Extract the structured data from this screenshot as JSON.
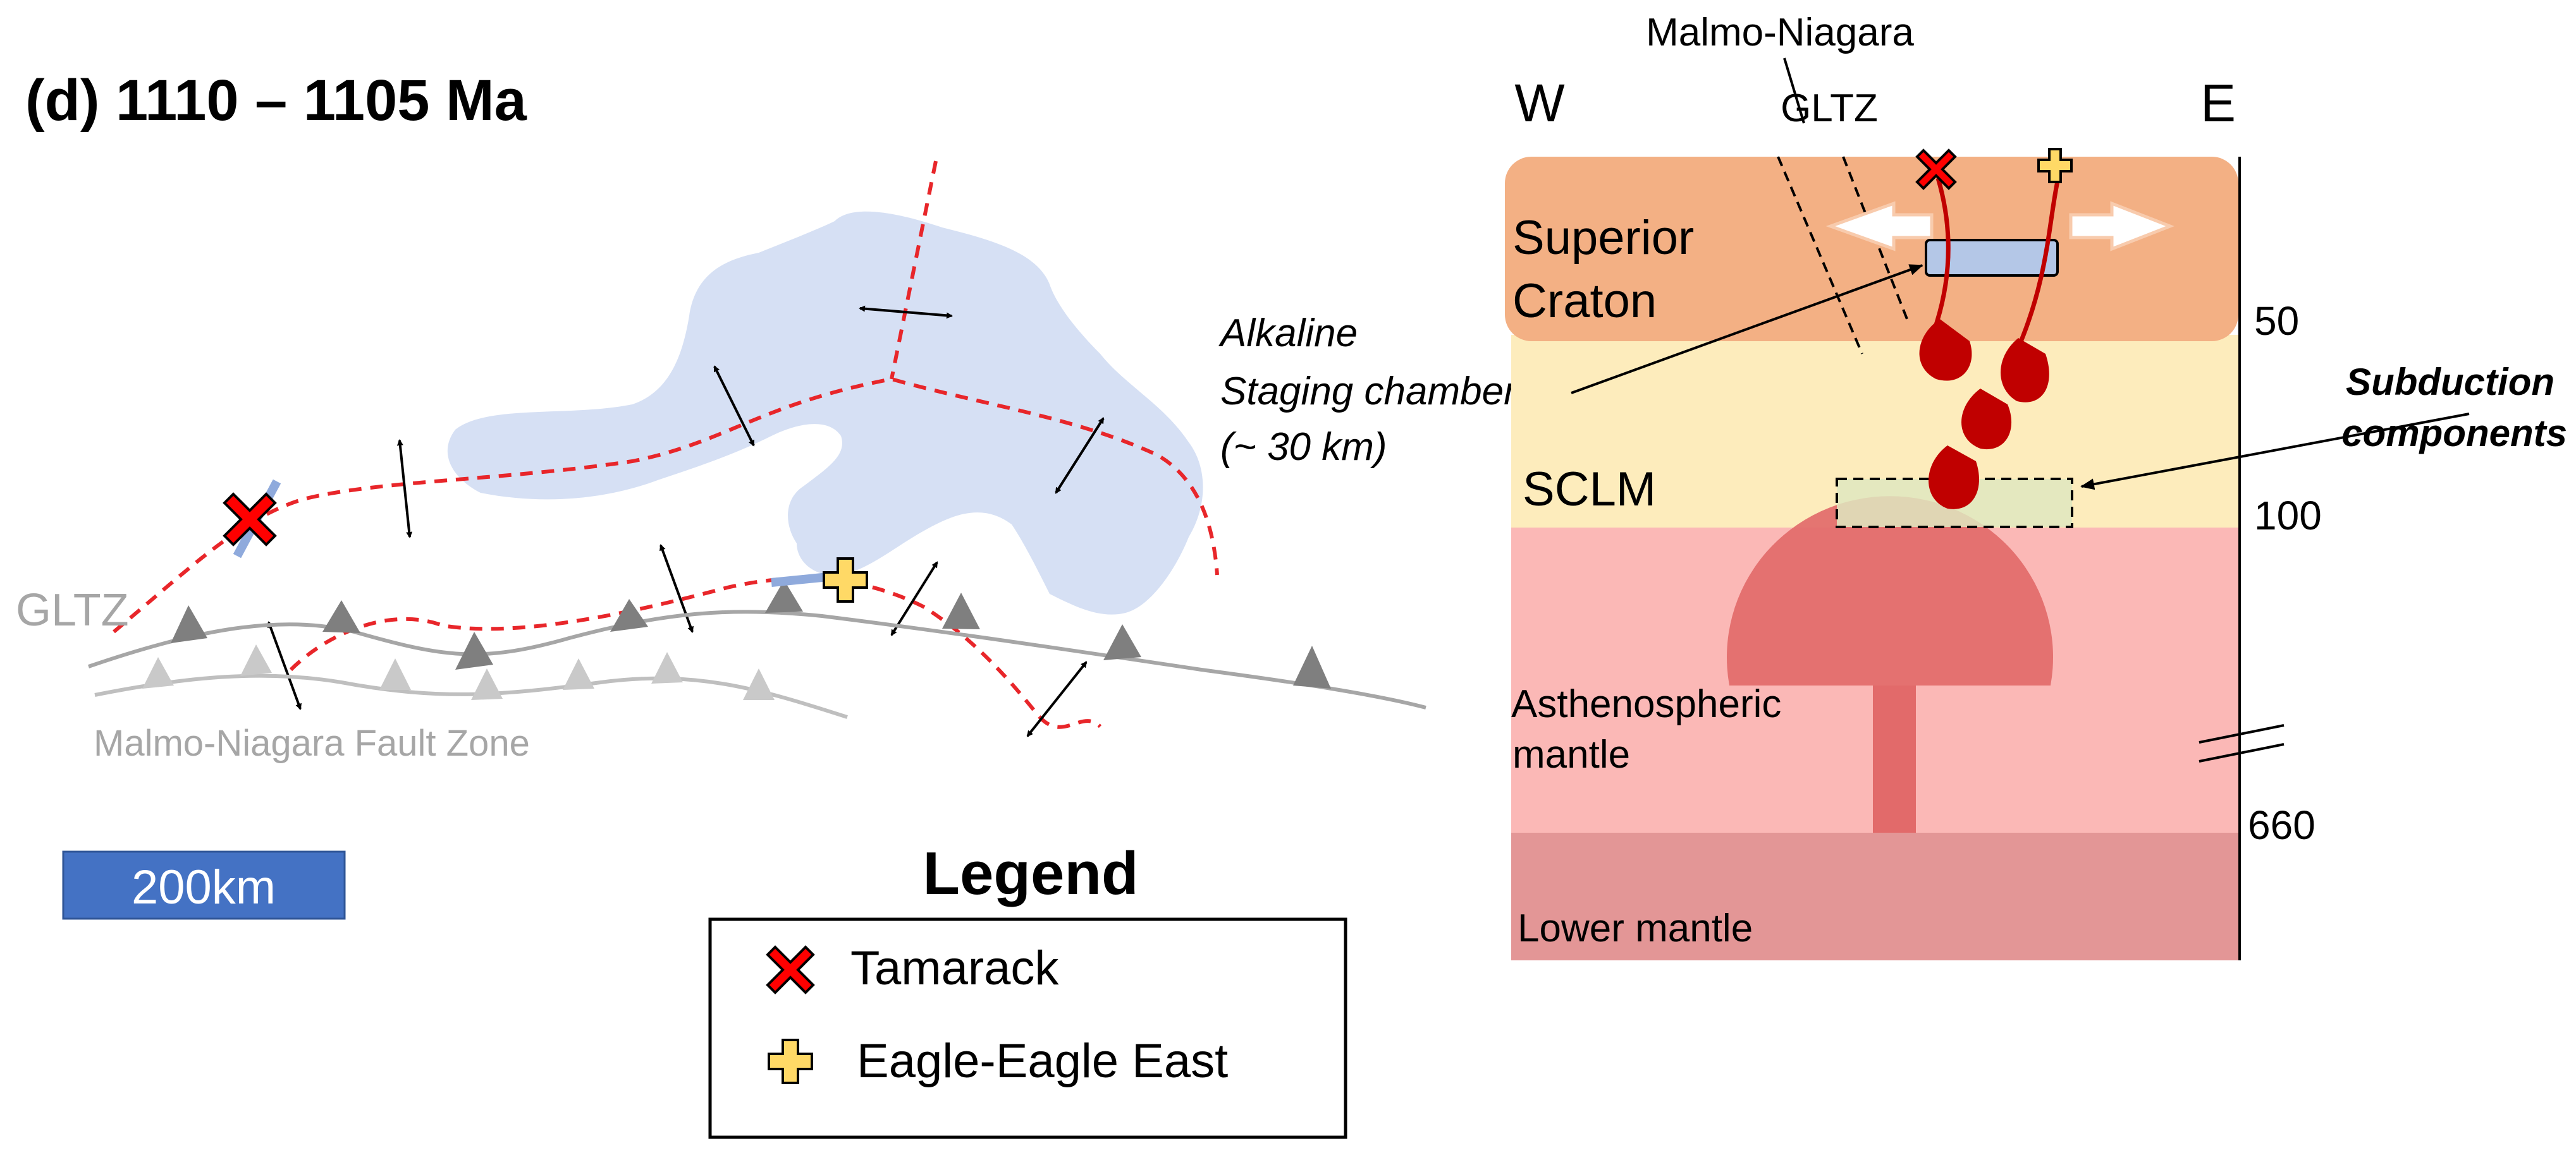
{
  "panel_title": "(d) 1110 – 1105 Ma",
  "map": {
    "gltz_label": "GLTZ",
    "fault_zone_label": "Malmo-Niagara Fault Zone",
    "staging_chamber_label": [
      "Alkaline",
      "Staging chamber",
      "(~ 30 km)"
    ]
  },
  "scale_bar": {
    "label": "200km"
  },
  "legend": {
    "title": "Legend",
    "items": [
      {
        "label": "Tamarack",
        "icon": "red-x-icon"
      },
      {
        "label": "Eagle-Eagle East",
        "icon": "yellow-plus-icon"
      }
    ]
  },
  "section": {
    "top_label": "Malmo-Niagara",
    "gltz_label": "GLTZ",
    "west": "W",
    "east": "E",
    "layers": {
      "craton": [
        "Superior",
        "Craton"
      ],
      "sclm": "SCLM",
      "asthenosphere": [
        "Asthenospheric",
        "mantle"
      ],
      "lower_mantle": "Lower mantle"
    },
    "depths": [
      "50",
      "100",
      "660"
    ],
    "subduction_label": [
      "Subduction",
      "components"
    ]
  },
  "colors": {
    "lake": "#d6e0f4",
    "rift": "#e8262a",
    "craton": "#f3b084",
    "sclm": "#fdecbc",
    "asthenosphere": "#fbb8b6",
    "lower_mantle": "#e39696",
    "plume": "#e26a6a",
    "scale_bar": "#4472c4",
    "magma": "#c00000",
    "fault_gray": "#a6a6a6"
  }
}
